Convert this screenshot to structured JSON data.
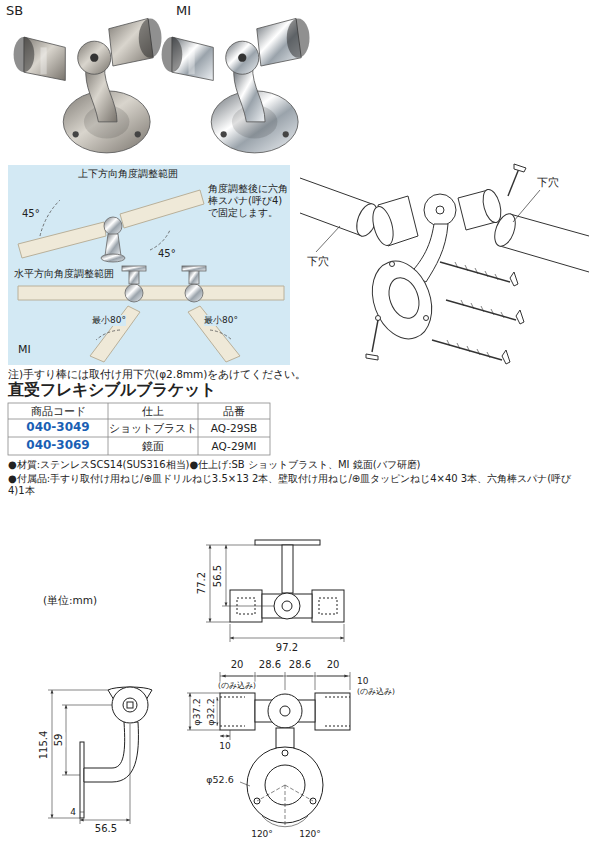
{
  "diagram": {
    "title": "直受フレキシブルブラケット",
    "nodes": [
      {
        "text": [
          "上下方向角度調整範囲",
          "45°",
          "45°",
          "角度調整後に六角棒スパナ(呼び4)で固定します。",
          "水平方向角度調整範囲",
          "MI",
          "最小80°",
          "最小80°"
        ]
      }
    ],
    "labels": [
      "SB",
      "MI",
      "下穴",
      "下穴",
      "注)手すり棒には取付け用下穴(φ2.8mm)をあけてください。",
      "商品コード",
      "仕上",
      "品番",
      "040-3049",
      "ショットブラスト",
      "AQ-29SB",
      "040-3069",
      "鏡面",
      "AQ-29MI",
      "●材質:ステンレスSCS14(SUS316相当)●仕上げ:SB ショットブラスト、MI 鏡面(バフ研磨)",
      "●付属品:手すり取付け用ねじ/⊕皿ドリルねじ3.5×13 2本、壁取付け用ねじ/⊕皿タッピンねじ4×40 3本、六角棒スパナ(呼び4)1本",
      "(単位:mm)",
      "77.2",
      "56.5",
      "97.2",
      "115.4",
      "59",
      "4",
      "56.5",
      "20",
      "28.6",
      "28.6",
      "20",
      "(のみ込み)",
      "10",
      "(のみ込み)",
      "φ37.2",
      "φ32.2",
      "10",
      "φ52.6",
      "120°",
      "120°"
    ]
  }
}
